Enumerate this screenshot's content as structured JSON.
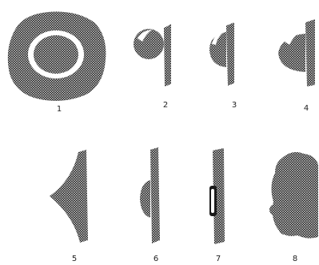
{
  "figure": {
    "colors": {
      "ink": "#1a1a1a",
      "hatch": "#d8d8d8",
      "background": "#ffffff"
    },
    "stages": [
      {
        "label": "1"
      },
      {
        "label": "2"
      },
      {
        "label": "3"
      },
      {
        "label": "4"
      },
      {
        "label": "5"
      },
      {
        "label": "6"
      },
      {
        "label": "7"
      },
      {
        "label": "8"
      }
    ]
  }
}
